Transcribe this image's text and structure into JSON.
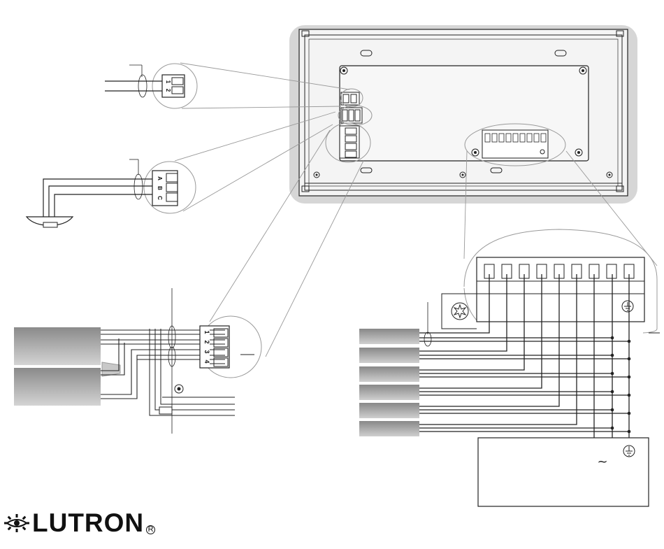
{
  "logo": {
    "text": "LUTRON",
    "mark": "R",
    "color": "#111111"
  },
  "colors": {
    "housing": "#d9d9d9",
    "line": "#222222",
    "callout": "#999999",
    "module_top": "#8a8a8a",
    "module_bottom": "#d0d0d0"
  },
  "connectors": {
    "two_pin": [
      "1",
      "2"
    ],
    "three_pin": [
      "A",
      "B",
      "C"
    ],
    "four_pin": [
      "1",
      "2",
      "3",
      "4"
    ]
  },
  "symbols": {
    "ac": "~"
  }
}
